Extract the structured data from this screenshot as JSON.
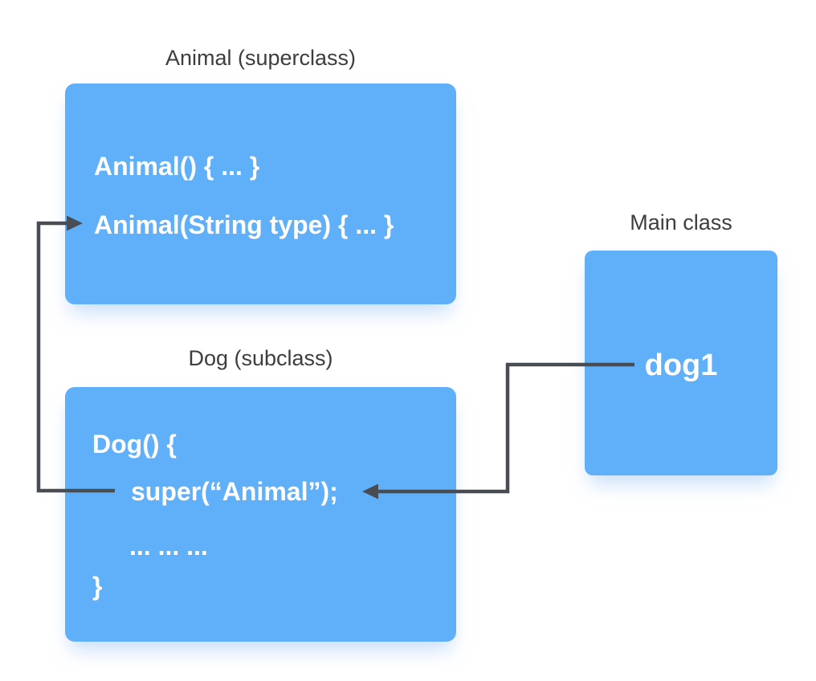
{
  "diagram": {
    "boxes": {
      "animal": {
        "title": "Animal (superclass)",
        "lines": {
          "l1": "Animal() { ... }",
          "l2": "Animal(String type) { ... }"
        }
      },
      "dog": {
        "title": "Dog (subclass)",
        "lines": {
          "l1": "Dog() {",
          "l2": "super(“Animal”);",
          "l3": "... ... ...",
          "l4": "}"
        }
      },
      "main": {
        "title": "Main class",
        "lines": {
          "l1": "dog1"
        }
      }
    },
    "arrows": {
      "super_to_animal_constructor": "super call points to Animal(String type) constructor",
      "dog1_to_super_call": "dog1 instantiation points to super call in Dog()"
    },
    "colors": {
      "box_fill": "#5fb0f9",
      "box_text": "#ffffff",
      "title_text": "#3d3d3d",
      "arrow": "#484d53",
      "background": "#ffffff"
    }
  }
}
